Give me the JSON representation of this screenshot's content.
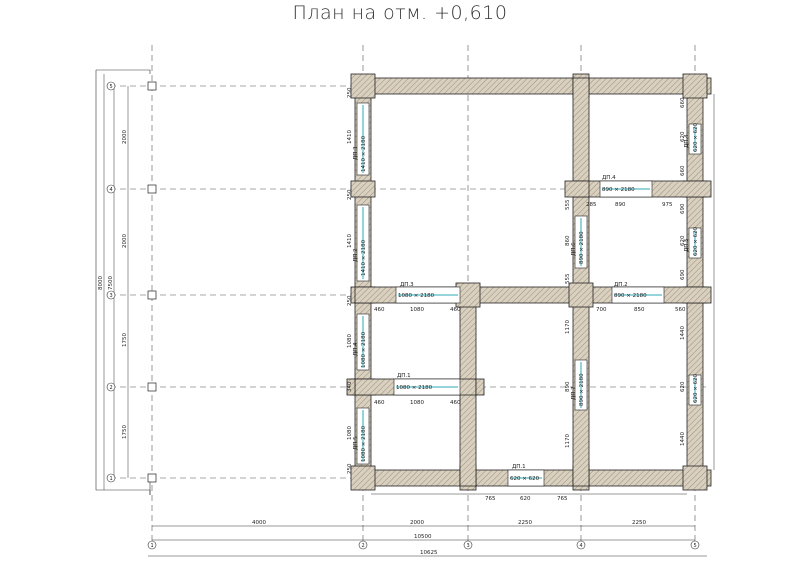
{
  "title": "План на отм. +0,610",
  "colors": {
    "wall_fill": "#d9d0bf",
    "wall_stroke": "#222222",
    "window_glass": "#2aa8b4",
    "grid_line": "#555555"
  },
  "axes": {
    "horizontal": [
      "5",
      "4",
      "3",
      "2",
      "1"
    ],
    "vertical": [
      "1",
      "2",
      "3",
      "4",
      "5"
    ]
  },
  "dims": {
    "left_chain": [
      "2000",
      "2000",
      "1750",
      "1750"
    ],
    "left_mid": [
      "7500"
    ],
    "left_total": [
      "8000"
    ],
    "bottom_chain": [
      "4000",
      "2000",
      "2250",
      "2250"
    ],
    "bottom_total1": [
      "10500"
    ],
    "bottom_total2": [
      "10625"
    ],
    "bottom_openings": [
      "765",
      "620",
      "765"
    ],
    "right_openings": [
      "660",
      "620",
      "660",
      "690",
      "620",
      "690",
      "1440",
      "620",
      "1440"
    ],
    "inner_left": [
      "250",
      "1410",
      "250",
      "1410",
      "250",
      "1080",
      "340",
      "1080",
      "250"
    ],
    "room_a": [
      "460",
      "1080",
      "460"
    ],
    "room_b": [
      "460",
      "1080",
      "460"
    ],
    "room_c": [
      "700",
      "850",
      "560"
    ],
    "room_d": [
      "285",
      "890",
      "975"
    ],
    "inner_mid": [
      "555",
      "860",
      "555",
      "1170",
      "890",
      "1170"
    ]
  },
  "openings": {
    "dp3_top": [
      "ДП.3",
      "1080 × 2180"
    ],
    "dp3_left": [
      "ДП.3",
      "1410 × 2180"
    ],
    "dp2_left": [
      "ДП.2",
      "1410 × 2180"
    ],
    "dp1_mid": [
      "ДП.1",
      "1080 × 2180"
    ],
    "dp4_left": [
      "ДП.4",
      "1080 × 2180"
    ],
    "dp5_left": [
      "ДП.5",
      "1080 × 2180"
    ],
    "dp4_top": [
      "ДП.4",
      "890 × 2180"
    ],
    "dp2_right": [
      "ДП.2",
      "890 × 2180"
    ],
    "dp6_mid": [
      "ДП.6",
      "890 × 2180"
    ],
    "dp7_mid": [
      "ДП.7",
      "890 × 2180"
    ],
    "dp1_bottom": [
      "ДП.1",
      "620 × 620"
    ],
    "ok4_right": [
      "ДП.4",
      "620 × 620"
    ],
    "ok5_right": [
      "ДП.5",
      "620 × 620"
    ],
    "ok_right3": [
      "620 × 620"
    ]
  }
}
